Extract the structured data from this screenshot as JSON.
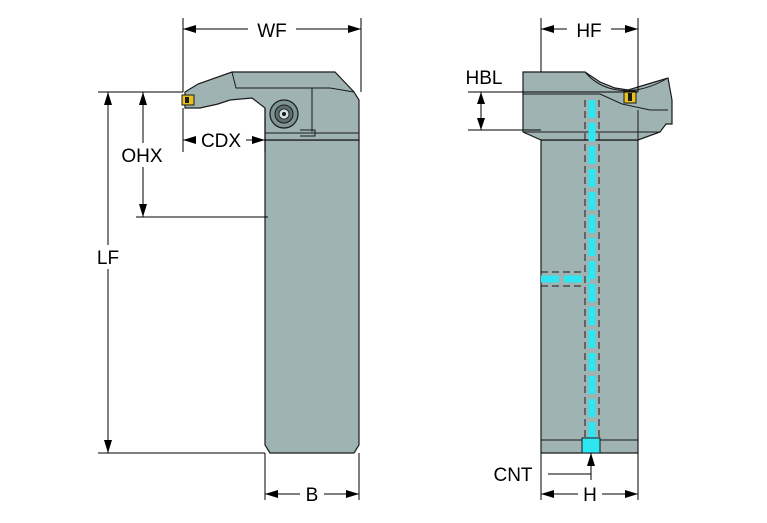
{
  "labels": {
    "wf": "WF",
    "cdx": "CDX",
    "ohx": "OHX",
    "lf": "LF",
    "b": "B",
    "hf": "HF",
    "hbl": "HBL",
    "cnt": "CNT",
    "h": "H"
  },
  "colors": {
    "body": "#9fb3b3",
    "coolant": "#2ee6f2",
    "insert": "#e8c21c",
    "line": "#1a1a1a"
  }
}
